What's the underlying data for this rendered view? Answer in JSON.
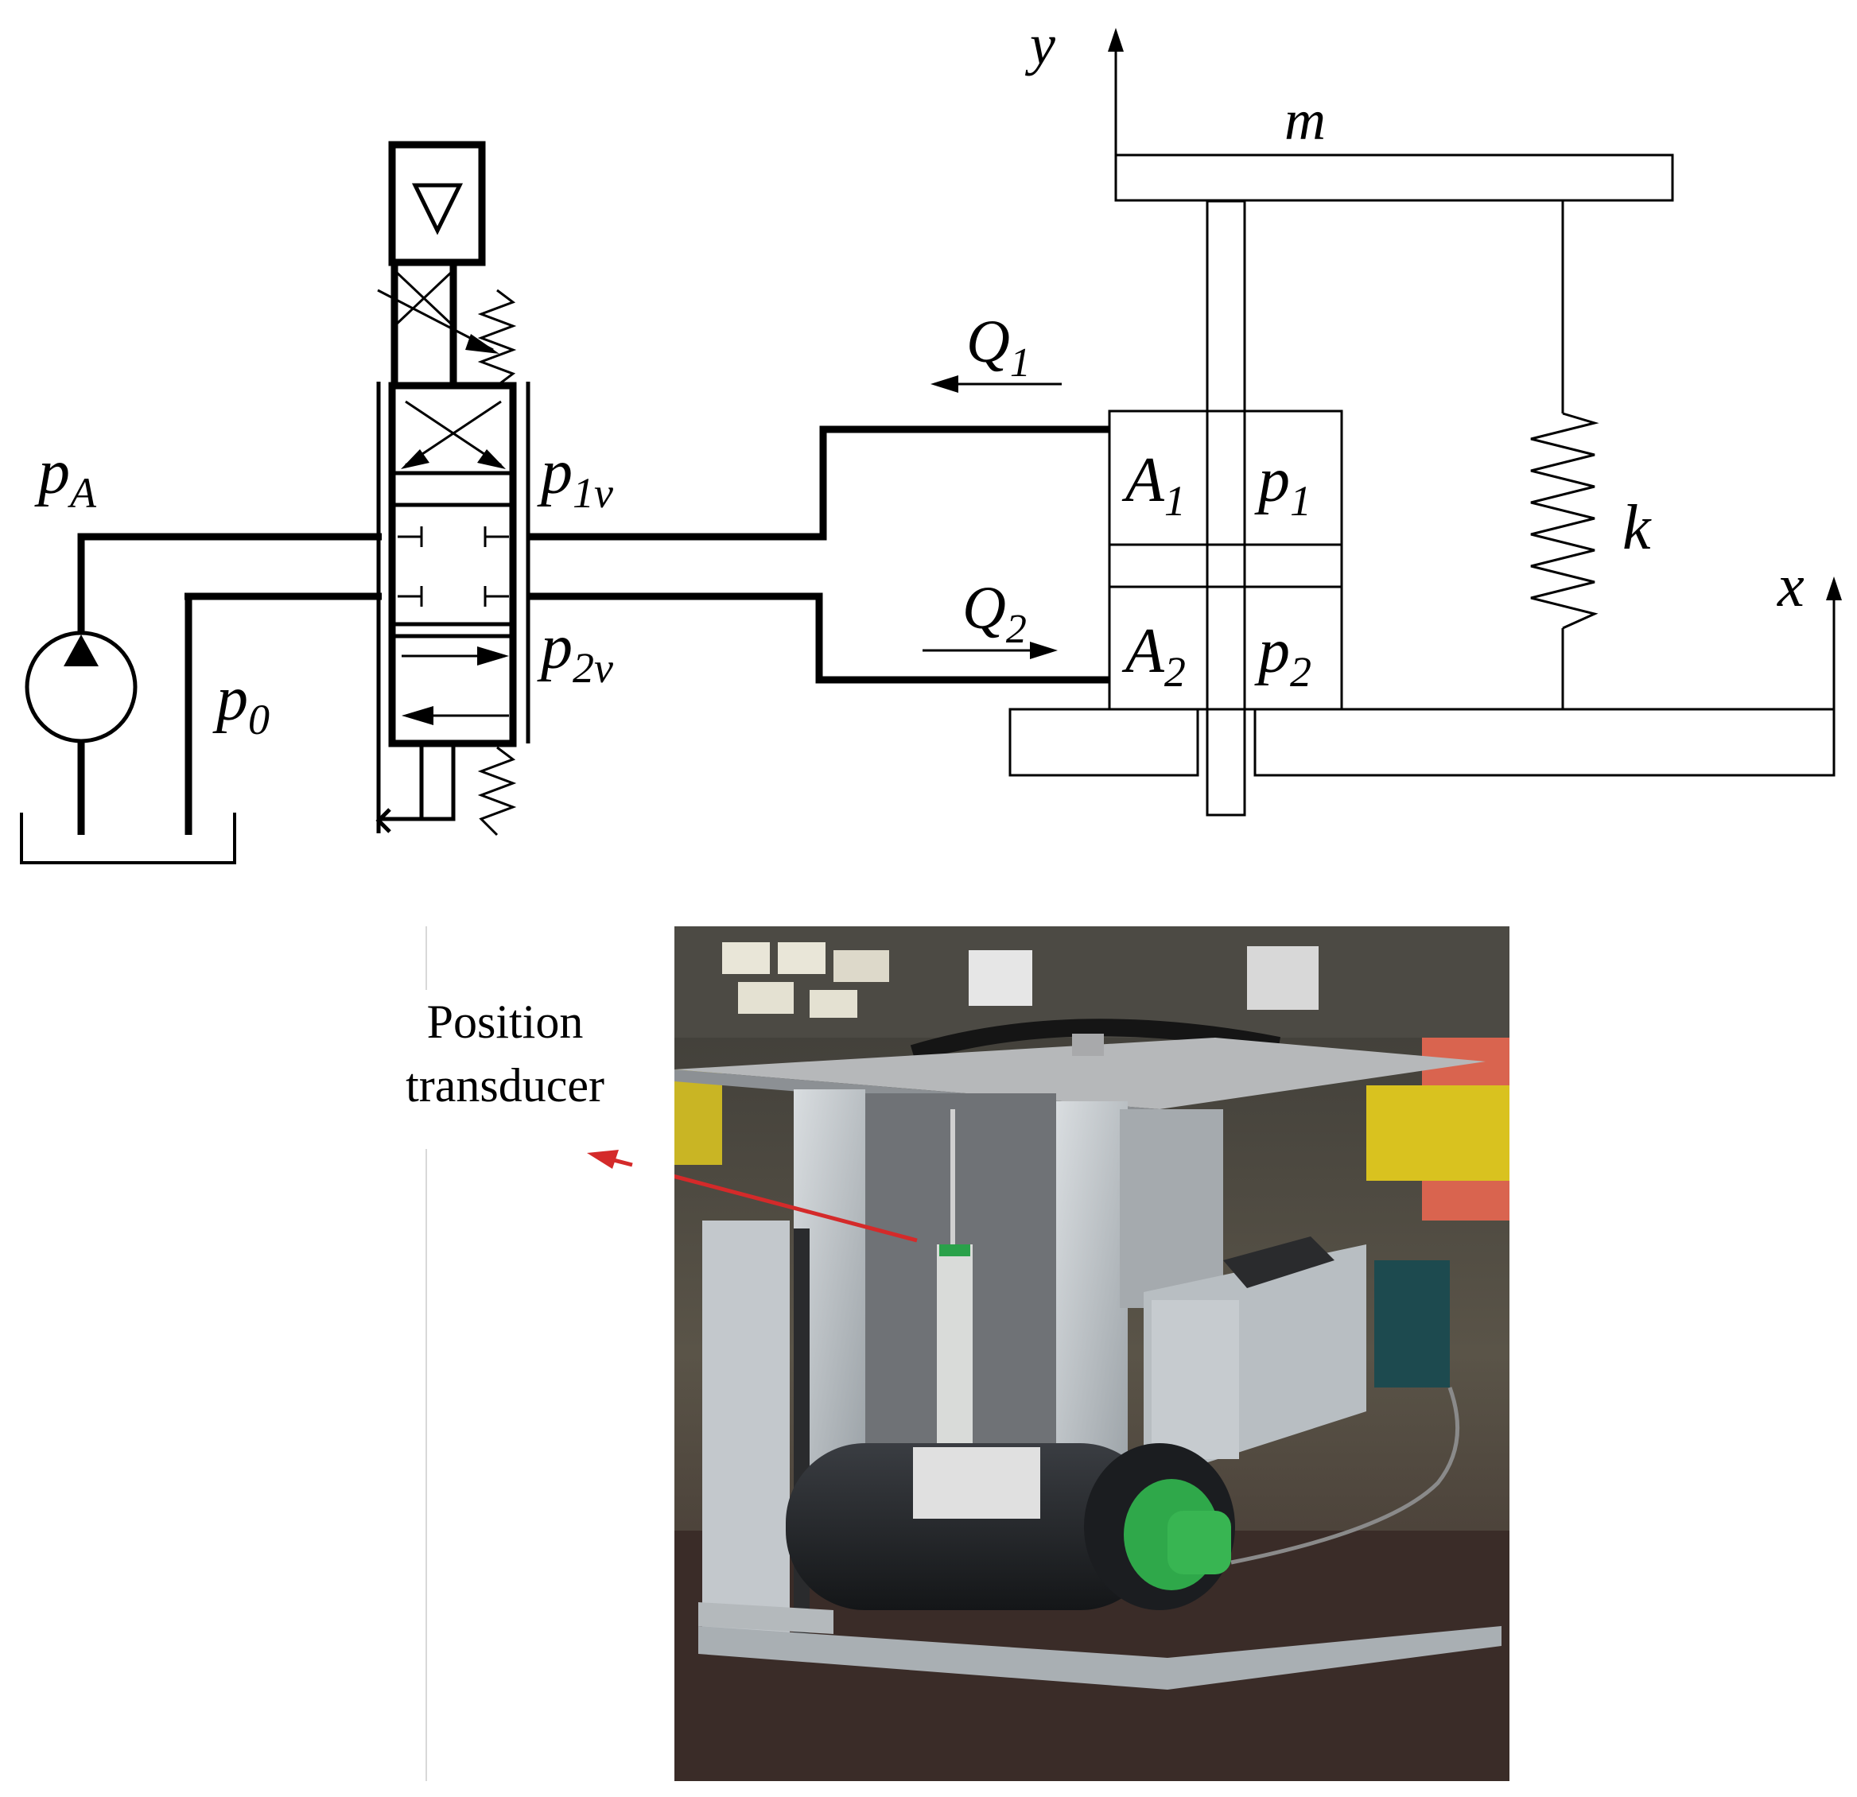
{
  "diagram": {
    "labels": {
      "y": "y",
      "m": "m",
      "Q1": "Q",
      "Q1_sub": "1",
      "Q2": "Q",
      "Q2_sub": "2",
      "pA": "p",
      "pA_sub": "A",
      "p1v": "p",
      "p1v_sub": "1v",
      "p2v": "p",
      "p2v_sub": "2v",
      "p0": "p",
      "p0_sub": "0",
      "A1": "A",
      "A1_sub": "1",
      "p1": "p",
      "p1_sub": "1",
      "A2": "A",
      "A2_sub": "2",
      "p2": "p",
      "p2_sub": "2",
      "k": "k",
      "x": "x"
    }
  },
  "photo": {
    "callout": [
      "Position",
      "transducer"
    ],
    "colors": {
      "arrow": "#d42a2a",
      "aluminum": "#b9bfc4",
      "accumulator": "#1f2226",
      "cap": "#2fa84a",
      "table": "#3a2c28",
      "sensor_box": "#1d4a4f"
    }
  }
}
